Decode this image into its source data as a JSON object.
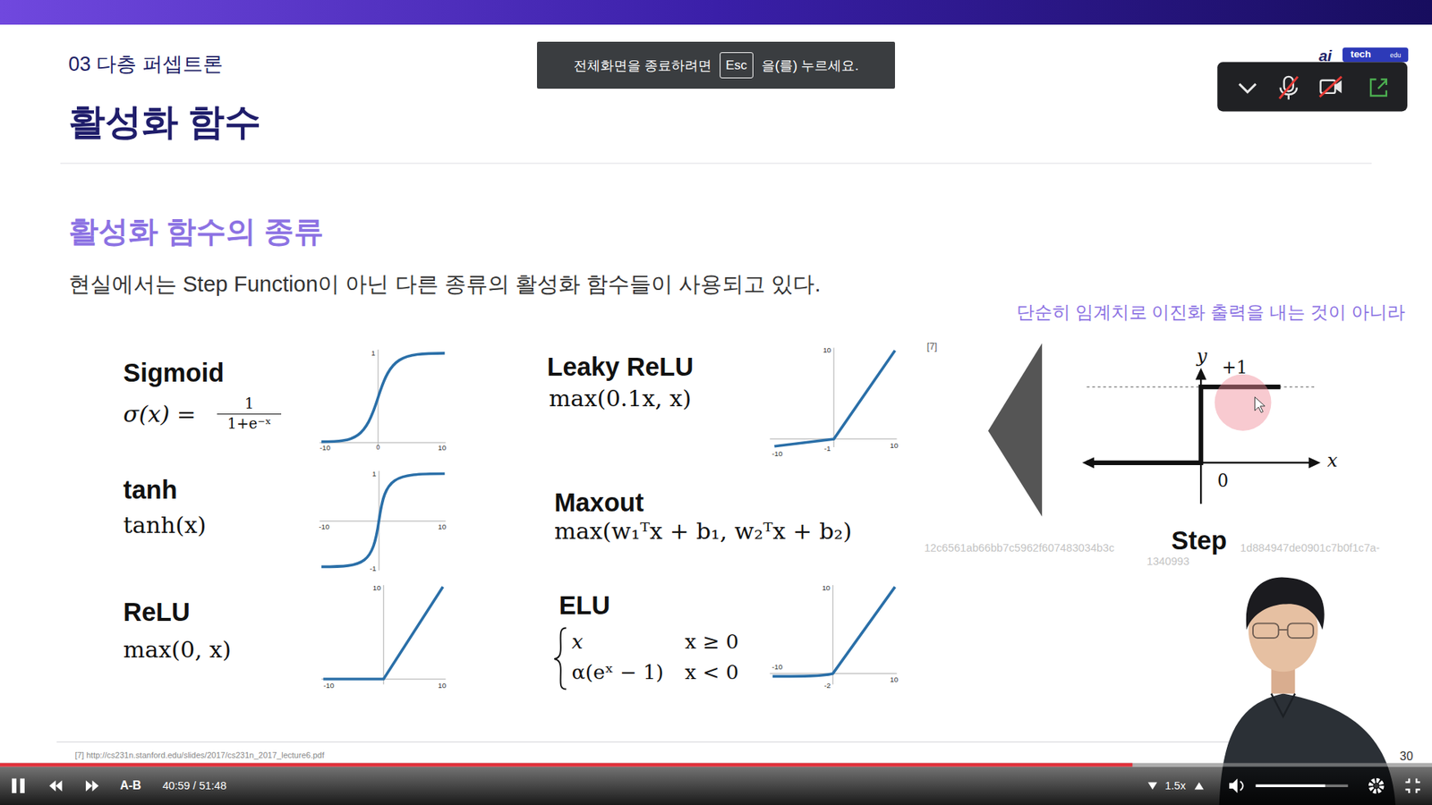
{
  "diagram": {
    "title": "활성화 함수",
    "nodes": [
      {
        "text": [
          "전체화면을 종료하려면",
          "을(를) 누르세요."
        ]
      },
      {
        "text": [
          "Esc"
        ],
        "in": 0
      }
    ],
    "labels": [
      "03 다층 퍼셉트론",
      "ai",
      "tech",
      "edu",
      "활성화 함수의 종류",
      "현실에서는 Step Function이 아닌 다른 종류의 활성화 함수들이 사용되고 있다.",
      "단순히 임계치로 이진화 출력을 내는 것이 아니라",
      "Sigmoid",
      "σ(x) =",
      "1",
      "1+e⁻ˣ",
      "1",
      "-10",
      "0",
      "10",
      "tanh",
      "tanh(x)",
      "1",
      "-10",
      "10",
      "-1",
      "ReLU",
      "max(0, x)",
      "10",
      "-10",
      "10",
      "Leaky ReLU",
      "max(0.1x, x)",
      "10",
      "-10",
      "-1",
      "10",
      "Maxout",
      "max(w₁ᵀx + b₁, w₂ᵀx + b₂)",
      "ELU",
      "x",
      "x ≥ 0",
      "α(eˣ − 1)",
      "x < 0",
      "10",
      "-10",
      "-2",
      "10",
      "[7]",
      "y",
      "+1",
      "x",
      "0",
      "Step",
      "12c6561ab66bb7c5962f607483034b3c",
      "1d884947de0901c7b0f1c7a-",
      "1340993",
      "[7] http://cs231n.stanford.edu/slides/2017/cs231n_2017_lecture6.pdf",
      "30",
      "A-B",
      "40:59 / 51:48",
      "1.5x"
    ]
  }
}
